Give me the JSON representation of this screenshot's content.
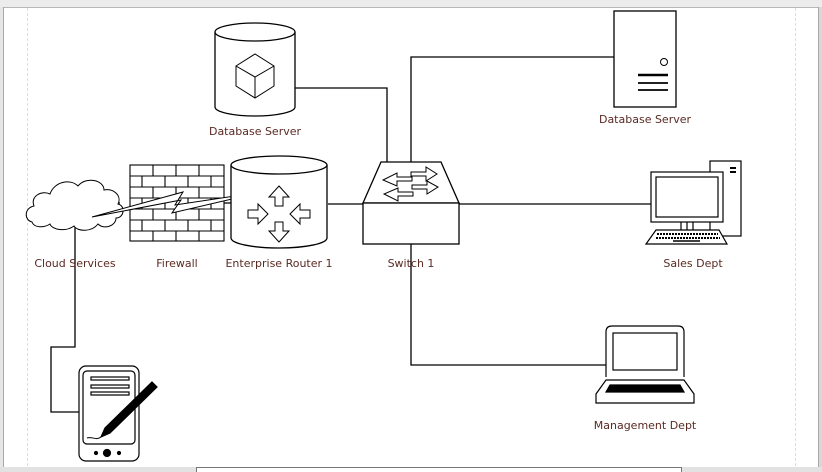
{
  "diagram": {
    "type": "network-diagram",
    "nodes": [
      {
        "id": "db-server-1",
        "label": "Database Server",
        "icon": "database-cylinder-icon"
      },
      {
        "id": "db-server-2",
        "label": "Database Server",
        "icon": "server-tower-icon"
      },
      {
        "id": "cloud",
        "label": "Cloud Services",
        "icon": "cloud-icon"
      },
      {
        "id": "firewall",
        "label": "Firewall",
        "icon": "firewall-brick-icon"
      },
      {
        "id": "router",
        "label": "Enterprise Router 1",
        "icon": "router-icon"
      },
      {
        "id": "switch",
        "label": "Switch 1",
        "icon": "switch-icon"
      },
      {
        "id": "sales",
        "label": "Sales Dept",
        "icon": "desktop-computer-icon"
      },
      {
        "id": "management",
        "label": "Management Dept",
        "icon": "laptop-icon"
      },
      {
        "id": "tablet",
        "label": "",
        "icon": "tablet-stylus-icon"
      }
    ],
    "edges": [
      {
        "from": "db-server-1",
        "to": "switch"
      },
      {
        "from": "db-server-2",
        "to": "switch"
      },
      {
        "from": "router",
        "to": "switch"
      },
      {
        "from": "switch",
        "to": "sales"
      },
      {
        "from": "switch",
        "to": "management"
      },
      {
        "from": "firewall",
        "to": "router"
      },
      {
        "from": "cloud",
        "to": "router",
        "style": "lightning"
      },
      {
        "from": "cloud",
        "to": "tablet"
      }
    ],
    "colors": {
      "stroke": "#000000",
      "label": "#5a2a22",
      "background": "#ffffff"
    }
  }
}
